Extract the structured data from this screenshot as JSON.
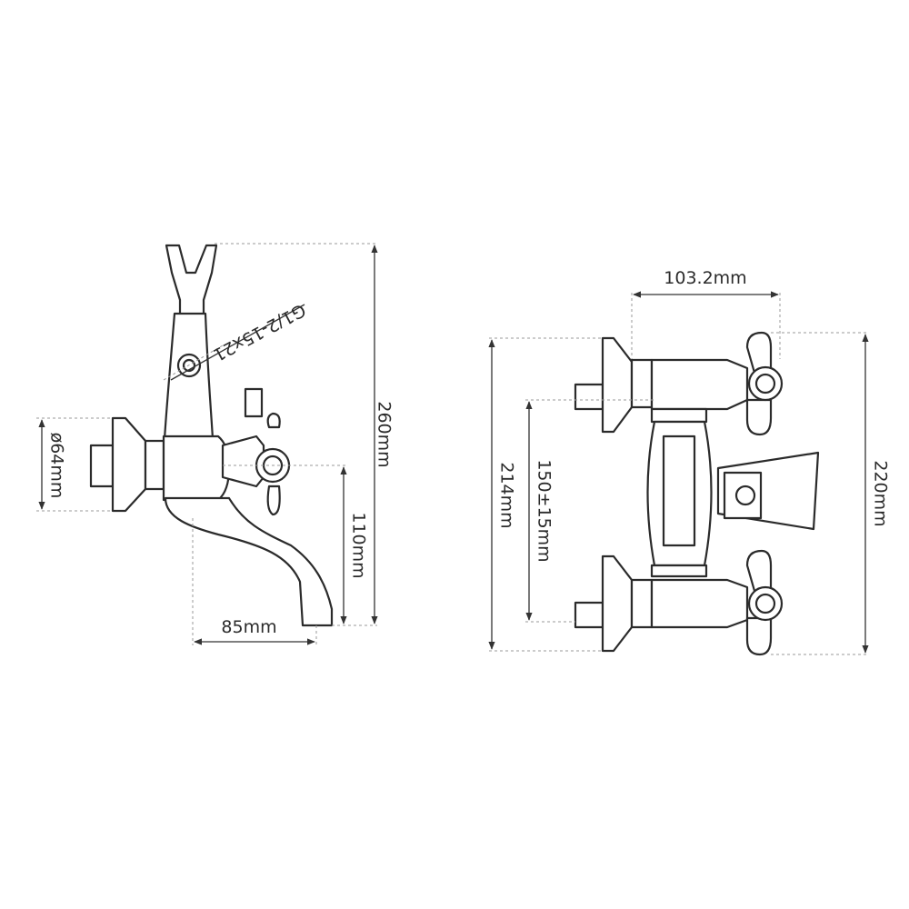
{
  "colors": {
    "line": "#2b2b2b",
    "extension_line": "#9a9a9a",
    "background": "#ffffff"
  },
  "side_view": {
    "dim_height_total": "260mm",
    "dim_spout_height": "110mm",
    "dim_spout_reach": "85mm",
    "dim_flange_diameter": "ø64mm",
    "dim_thread": "G1/2-15x21"
  },
  "front_view": {
    "dim_handle_spacing": "103.2mm",
    "dim_height_total": "220mm",
    "dim_wall_outlet_span": "214mm",
    "dim_centers": "150±15mm"
  }
}
